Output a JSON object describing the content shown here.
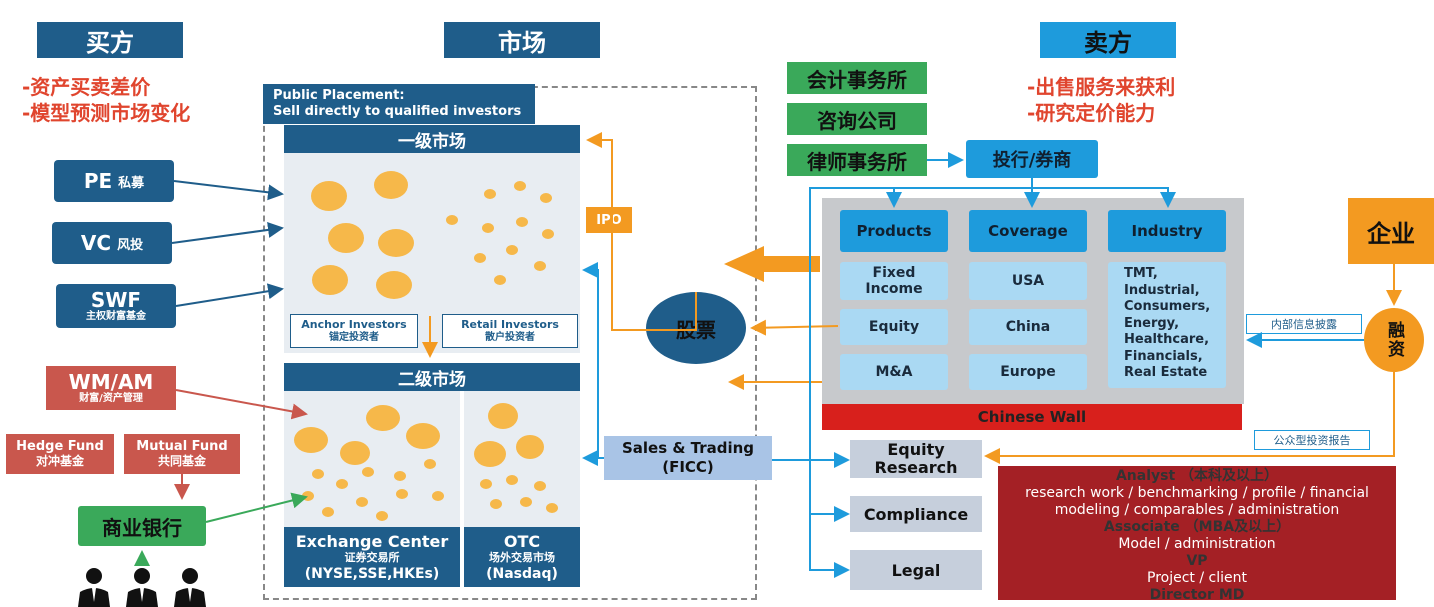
{
  "headers": {
    "buyer": "买方",
    "market": "市场",
    "seller": "卖方"
  },
  "buyer_notes": [
    "-资产买卖差价",
    "-模型预测市场变化"
  ],
  "seller_notes": [
    "-出售服务来获利",
    "-研究定价能力"
  ],
  "buyers": {
    "pe": {
      "main": "PE",
      "sub": "私募"
    },
    "vc": {
      "main": "VC",
      "sub": "风投"
    },
    "swf": {
      "main": "SWF",
      "sub": "主权财富基金"
    },
    "wm": {
      "main": "WM/AM",
      "sub": "财富/资产管理"
    },
    "hedge": {
      "main": "Hedge Fund",
      "sub": "对冲基金"
    },
    "mutual": {
      "main": "Mutual Fund",
      "sub": "共同基金"
    },
    "bank": "商业银行"
  },
  "market": {
    "public_placement_line1": "Public Placement:",
    "public_placement_line2": "Sell directly to qualified investors",
    "primary": "一级市场",
    "anchor_en": "Anchor Investors",
    "anchor_cn": "锚定投资者",
    "retail_en": "Retail Investors",
    "retail_cn": "散户投资者",
    "secondary": "二级市场",
    "exchange_en": "Exchange Center",
    "exchange_cn": "证券交易所",
    "exchange_list": "(NYSE,SSE,HKEs)",
    "otc_en": "OTC",
    "otc_cn": "场外交易市场",
    "otc_list": "(Nasdaq)"
  },
  "middle": {
    "ipo": "IPO",
    "stock": "股票",
    "sales_trading_line1": "Sales & Trading",
    "sales_trading_line2": "(FICC)"
  },
  "advisors": [
    "会计事务所",
    "咨询公司",
    "律师事务所"
  ],
  "ibank": "投行/券商",
  "panel": {
    "products": "Products",
    "coverage": "Coverage",
    "industry": "Industry",
    "product_items": [
      "Fixed Income",
      "Equity",
      "M&A"
    ],
    "coverage_items": [
      "USA",
      "China",
      "Europe"
    ],
    "industry_items": [
      "TMT,",
      "Industrial,",
      "Consumers,",
      "Energy,",
      "Healthcare,",
      "Financials,",
      "Real Estate"
    ],
    "chinese_wall": "Chinese Wall"
  },
  "company": {
    "title": "企业",
    "financing": "融资",
    "internal_label": "内部信息披露",
    "public_label": "公众型投资报告"
  },
  "support": {
    "equity_research_line1": "Equity",
    "equity_research_line2": "Research",
    "compliance": "Compliance",
    "legal": "Legal"
  },
  "analyst_lines": [
    "Analyst （本科及以上）",
    "research work / benchmarking / profile / financial",
    "modeling / comparables / administration",
    "Associate （MBA及以上）",
    "Model / administration",
    "VP",
    "Project / client",
    "Director  MD"
  ],
  "colors": {
    "dark_blue": "#1f5d8a",
    "light_blue": "#1e9bdc",
    "orange": "#f39a21",
    "red": "#e0452e",
    "green": "#3aa95a",
    "wall_red": "#d8201c"
  }
}
